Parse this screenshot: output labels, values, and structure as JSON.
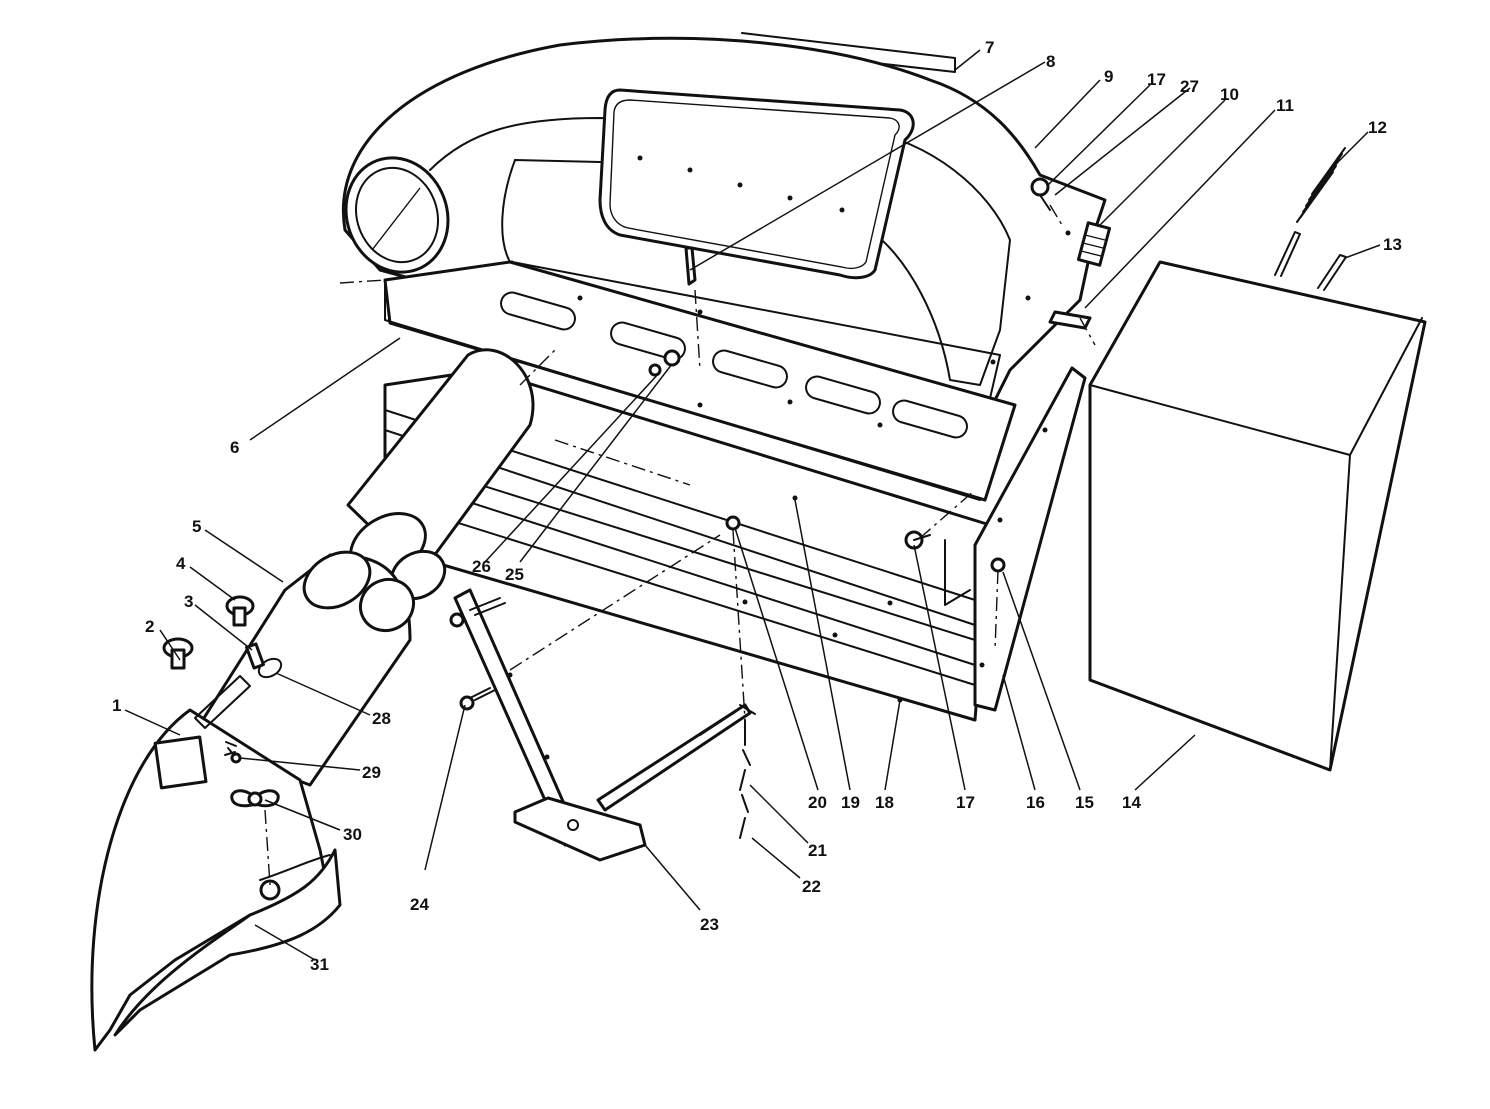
{
  "diagram": {
    "callouts": [
      {
        "id": "1",
        "label": "1"
      },
      {
        "id": "2",
        "label": "2"
      },
      {
        "id": "3",
        "label": "3"
      },
      {
        "id": "4",
        "label": "4"
      },
      {
        "id": "5",
        "label": "5"
      },
      {
        "id": "6",
        "label": "6"
      },
      {
        "id": "7",
        "label": "7"
      },
      {
        "id": "8",
        "label": "8"
      },
      {
        "id": "9",
        "label": "9"
      },
      {
        "id": "17a",
        "label": "17"
      },
      {
        "id": "27",
        "label": "27"
      },
      {
        "id": "10",
        "label": "10"
      },
      {
        "id": "11",
        "label": "11"
      },
      {
        "id": "12",
        "label": "12"
      },
      {
        "id": "13",
        "label": "13"
      },
      {
        "id": "14",
        "label": "14"
      },
      {
        "id": "15",
        "label": "15"
      },
      {
        "id": "16",
        "label": "16"
      },
      {
        "id": "17b",
        "label": "17"
      },
      {
        "id": "18",
        "label": "18"
      },
      {
        "id": "19",
        "label": "19"
      },
      {
        "id": "20",
        "label": "20"
      },
      {
        "id": "21",
        "label": "21"
      },
      {
        "id": "22",
        "label": "22"
      },
      {
        "id": "23",
        "label": "23"
      },
      {
        "id": "24",
        "label": "24"
      },
      {
        "id": "25",
        "label": "25"
      },
      {
        "id": "26",
        "label": "26"
      },
      {
        "id": "28",
        "label": "28"
      },
      {
        "id": "29",
        "label": "29"
      },
      {
        "id": "30",
        "label": "30"
      },
      {
        "id": "31",
        "label": "31"
      }
    ]
  }
}
